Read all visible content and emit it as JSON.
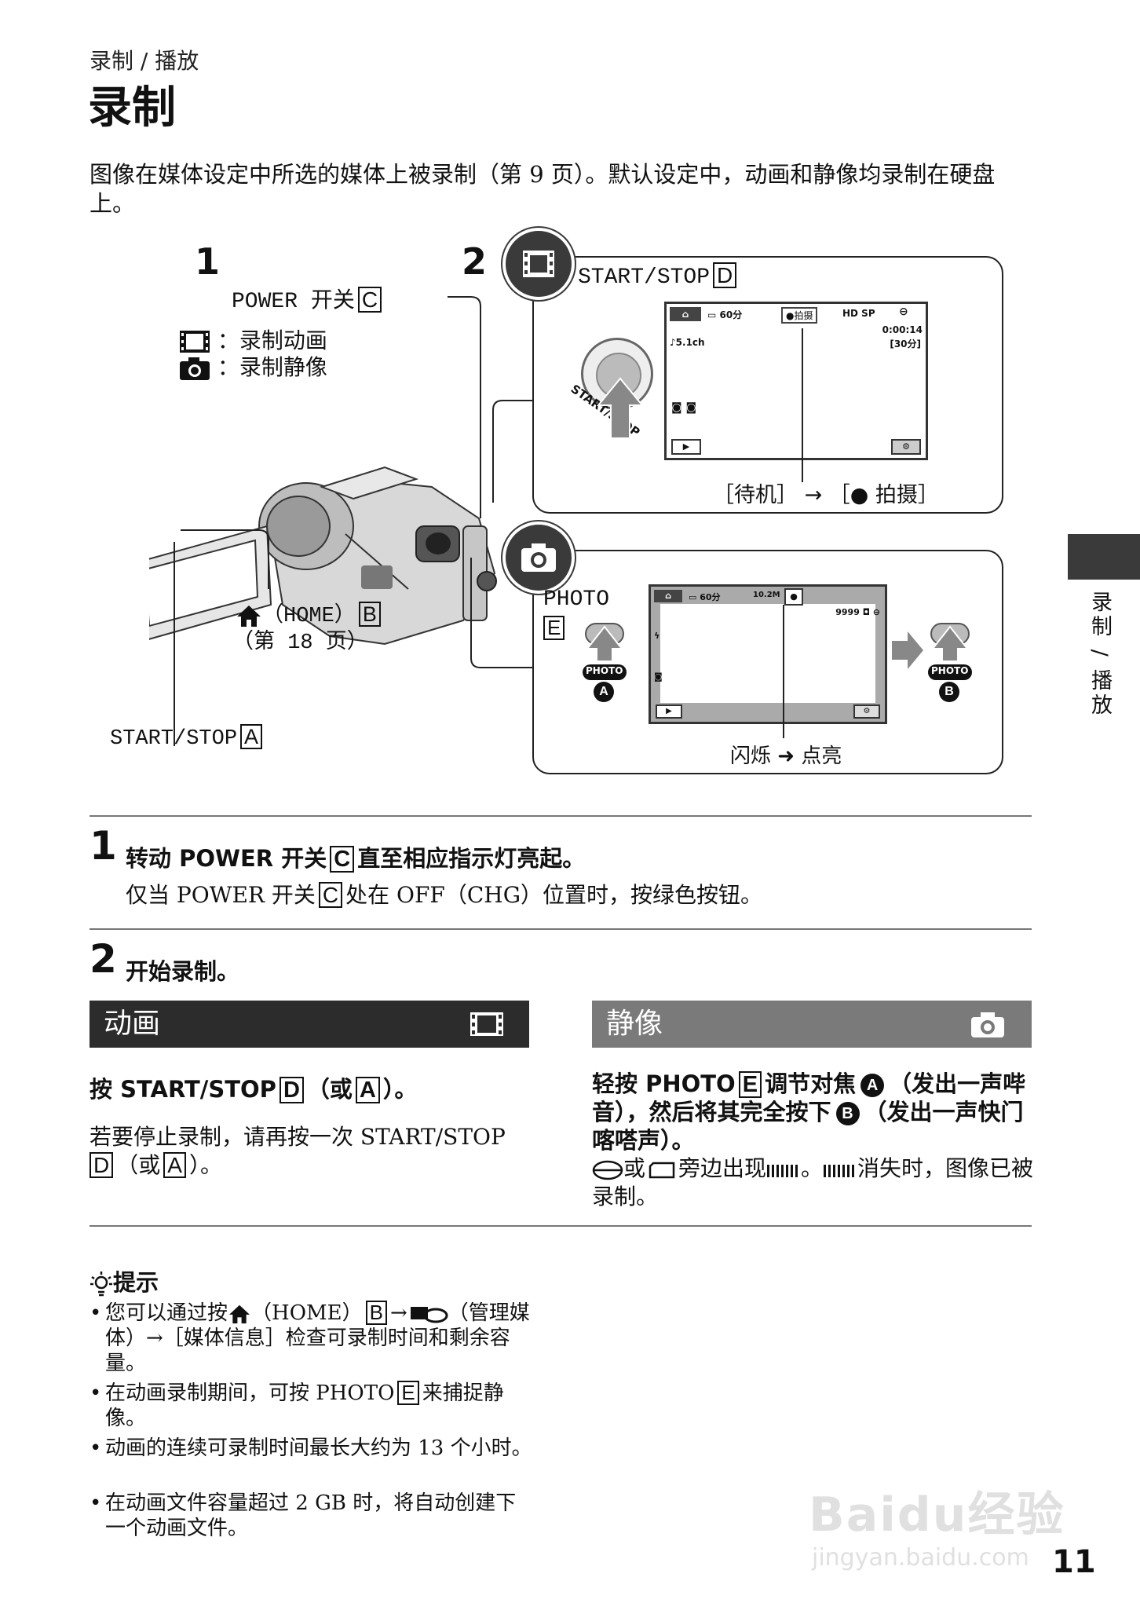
{
  "header": {
    "breadcrumb": "录制 / 播放",
    "title": "录制"
  },
  "intro": "图像在媒体设定中所选的媒体上被录制（第 9 页）。默认设定中，动画和静像均录制在硬盘上。",
  "diagram": {
    "step1_num": "1",
    "step2_num": "2",
    "power_switch_label": "POWER 开关",
    "power_switch_key": "C",
    "movie_mode_label": "：录制动画",
    "photo_mode_label": "：录制静像",
    "home_label": "（HOME）",
    "home_key": "B",
    "home_page": "（第 18 页）",
    "start_stop_label": "START/STOP",
    "start_stop_key": "A",
    "movie_panel": {
      "start_stop_label": "START/STOP",
      "start_stop_key": "D",
      "button_text": "START/STOP",
      "lcd_battery": "60分",
      "lcd_record_badge": "●拍摄",
      "lcd_quality": "HD SP",
      "lcd_time": "0:00:14",
      "lcd_remaining": "[30分]",
      "lcd_audio": "♪5.1ch",
      "caption": "［待机］ → ［● 拍摄］"
    },
    "photo_panel": {
      "label": "PHOTO",
      "key": "E",
      "lcd_battery": "60分",
      "lcd_size": "10.2M",
      "lcd_count": "9999",
      "button_text": "PHOTO",
      "button_a": "A",
      "button_b": "B",
      "caption": "闪烁 ➜ 点亮"
    }
  },
  "steps": [
    {
      "num": "1",
      "title_pre": "转动 POWER 开关",
      "title_key": "C",
      "title_post": "直至相应指示灯亮起。",
      "note_pre": "仅当 POWER 开关",
      "note_key": "C",
      "note_post": "处在 OFF（CHG）位置时，按绿色按钮。"
    },
    {
      "num": "2",
      "title": "开始录制。"
    }
  ],
  "movie_section": {
    "heading": "动画",
    "p1_pre": "按 START/STOP",
    "p1_key1": "D",
    "p1_mid": "（或",
    "p1_key2": "A",
    "p1_post": "）。",
    "p2_pre": "若要停止录制，请再按一次 START/STOP",
    "p2_key1": "D",
    "p2_mid": "（或",
    "p2_key2": "A",
    "p2_post": "）。"
  },
  "photo_section": {
    "heading": "静像",
    "p1_a": "轻按 PHOTO",
    "p1_key": "E",
    "p1_b": "调节对焦",
    "p1_btn_a": "A",
    "p1_c": "（发出一声哔音），然后将其完全按下",
    "p1_btn_b": "B",
    "p1_d": "（发出一声快门喀嗒声）。",
    "p2_a": "或",
    "p2_b": "旁边出现",
    "p2_c": "。",
    "p2_d": "消失时，图像已被录制。"
  },
  "tips": {
    "heading": "提示",
    "items": [
      {
        "pre": "您可以通过按",
        "home": "（HOME）",
        "key": "B",
        "arrow": "→",
        "post": "（管理媒体）→［媒体信息］检查可录制时间和剩余容量。"
      },
      {
        "pre": "在动画录制期间，可按 PHOTO",
        "key": "E",
        "post": "来捕捉静像。"
      },
      {
        "text": "动画的连续可录制时间最长大约为 13 个小时。"
      },
      {
        "text": "在动画文件容量超过 2 GB 时，将自动创建下一个动画文件。"
      }
    ]
  },
  "side_tab": {
    "label": "录制 / 播放"
  },
  "page_number": "11",
  "watermark": {
    "brand": "Baidu经验",
    "url": "jingyan.baidu.com"
  }
}
